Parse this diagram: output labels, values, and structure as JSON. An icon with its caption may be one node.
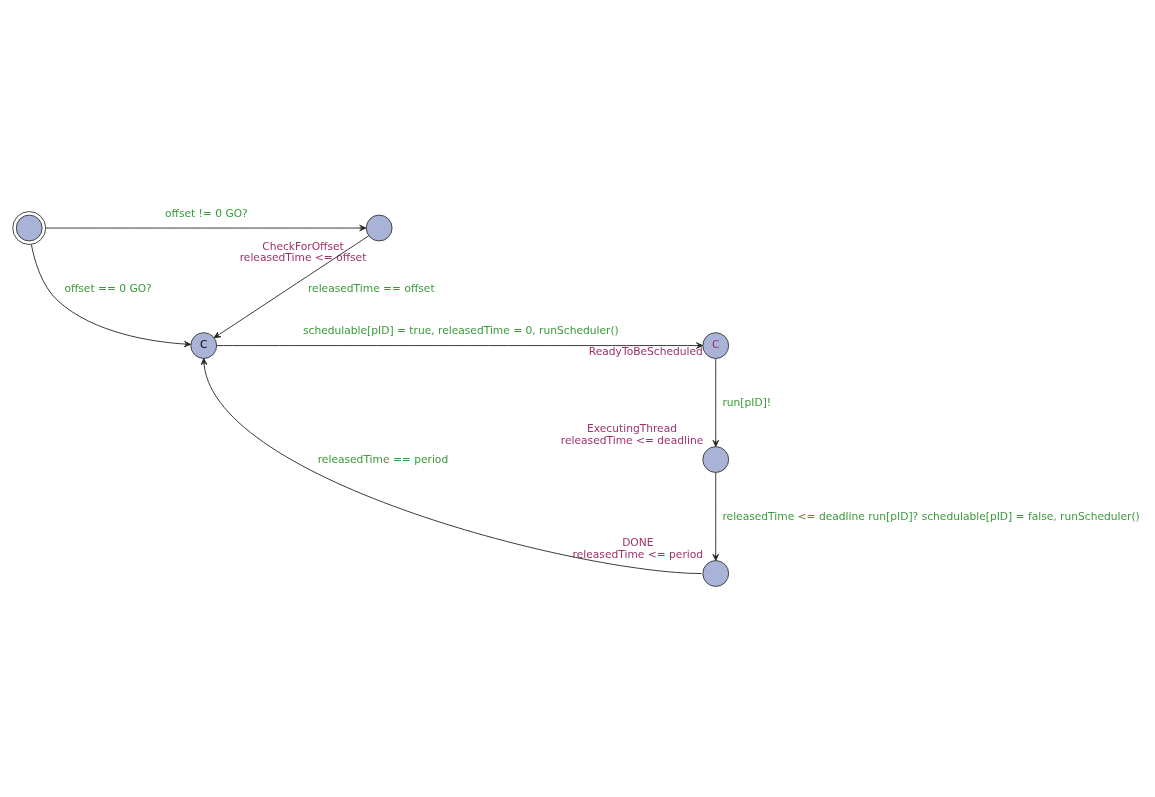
{
  "diagram": {
    "nodes": [
      {
        "text": [],
        "shape": "circle"
      },
      {
        "text": [
          "CheckForOffset"
        ],
        "beside": [
          "releasedTime <= offset"
        ]
      },
      {
        "text": [
          "C"
        ]
      },
      {
        "text": [
          "ReadyToBeScheduled",
          "C"
        ]
      },
      {
        "text": [
          "ExecutingThread"
        ],
        "beside": [
          "releasedTime <= deadline"
        ]
      },
      {
        "text": [
          "DONE"
        ],
        "beside": [
          "releasedTime <= period"
        ]
      }
    ],
    "edges": [
      {
        "from": 0,
        "to": 1,
        "arrow": "to",
        "label": "offset != 0 GO?"
      },
      {
        "from": 0,
        "to": 2,
        "arrow": "to",
        "label": "offset == 0 GO?"
      },
      {
        "from": 1,
        "to": 2,
        "arrow": "to",
        "label": "releasedTime == offset"
      },
      {
        "from": 2,
        "to": 3,
        "arrow": "to",
        "label": "schedulable[pID] = true, releasedTime = 0, runScheduler()"
      },
      {
        "from": 3,
        "to": 4,
        "arrow": "to",
        "label": "run[pID]!"
      },
      {
        "from": 4,
        "to": 5,
        "arrow": "to",
        "label": "releasedTime <= deadline run[pID]? schedulable[pID] = false, runScheduler()"
      },
      {
        "from": 5,
        "to": 2,
        "arrow": "to",
        "label": "releasedTime == period"
      }
    ]
  }
}
